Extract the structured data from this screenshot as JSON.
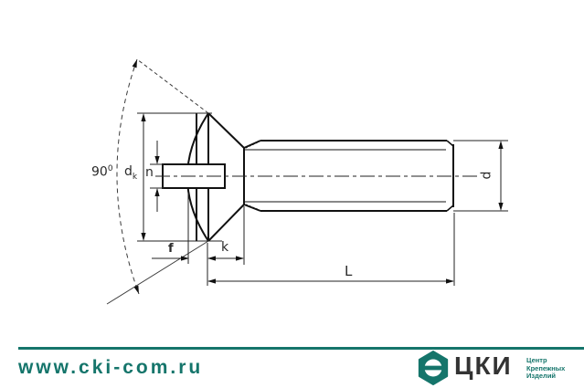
{
  "drawing": {
    "labels": {
      "angle": "90",
      "angle_sup": "0",
      "head_diameter": "d",
      "head_diameter_sub": "k",
      "slot_width": "n",
      "dome_height": "f",
      "head_height": "k",
      "length": "L",
      "thread_diameter": "d"
    }
  },
  "footer": {
    "website": "www.cki-com.ru",
    "logo_text": "ЦКИ",
    "logo_subtitle_lines": [
      "Центр",
      "Крепежных",
      "Изделий"
    ],
    "accent_color": "#15756b",
    "logo_icon": "hex-nut-icon"
  }
}
